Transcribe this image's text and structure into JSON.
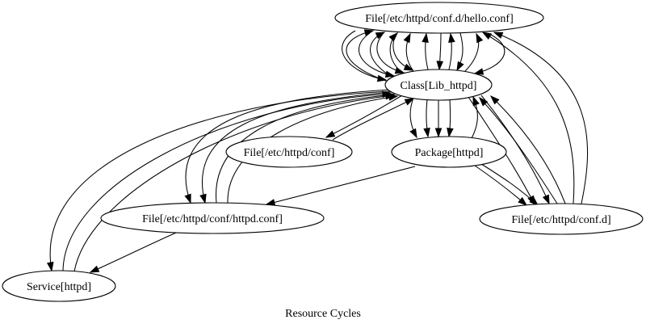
{
  "graph": {
    "title": "Resource Cycles",
    "type": "directed-graph",
    "nodes": [
      {
        "id": "hello",
        "label": "File[/etc/httpd/conf.d/hello.conf]"
      },
      {
        "id": "class",
        "label": "Class[Lib_httpd]"
      },
      {
        "id": "conf",
        "label": "File[/etc/httpd/conf]"
      },
      {
        "id": "pkg",
        "label": "Package[httpd]"
      },
      {
        "id": "httpdconf",
        "label": "File[/etc/httpd/conf/httpd.conf]"
      },
      {
        "id": "confd",
        "label": "File[/etc/httpd/conf.d]"
      },
      {
        "id": "svc",
        "label": "Service[httpd]"
      }
    ],
    "edges": [
      {
        "from": "class",
        "to": "hello"
      },
      {
        "from": "class",
        "to": "hello"
      },
      {
        "from": "class",
        "to": "hello"
      },
      {
        "from": "class",
        "to": "hello"
      },
      {
        "from": "class",
        "to": "hello"
      },
      {
        "from": "class",
        "to": "hello"
      },
      {
        "from": "class",
        "to": "hello"
      },
      {
        "from": "hello",
        "to": "class"
      },
      {
        "from": "hello",
        "to": "class"
      },
      {
        "from": "hello",
        "to": "class"
      },
      {
        "from": "hello",
        "to": "class"
      },
      {
        "from": "hello",
        "to": "class"
      },
      {
        "from": "hello",
        "to": "class"
      },
      {
        "from": "hello",
        "to": "class"
      },
      {
        "from": "confd",
        "to": "hello"
      },
      {
        "from": "confd",
        "to": "hello"
      },
      {
        "from": "class",
        "to": "conf"
      },
      {
        "from": "conf",
        "to": "class"
      },
      {
        "from": "class",
        "to": "pkg"
      },
      {
        "from": "class",
        "to": "pkg"
      },
      {
        "from": "class",
        "to": "pkg"
      },
      {
        "from": "class",
        "to": "pkg"
      },
      {
        "from": "pkg",
        "to": "class"
      },
      {
        "from": "class",
        "to": "confd"
      },
      {
        "from": "class",
        "to": "confd"
      },
      {
        "from": "confd",
        "to": "class"
      },
      {
        "from": "confd",
        "to": "class"
      },
      {
        "from": "pkg",
        "to": "confd"
      },
      {
        "from": "pkg",
        "to": "confd"
      },
      {
        "from": "pkg",
        "to": "httpdconf"
      },
      {
        "from": "class",
        "to": "httpdconf"
      },
      {
        "from": "class",
        "to": "httpdconf"
      },
      {
        "from": "httpdconf",
        "to": "class"
      },
      {
        "from": "httpdconf",
        "to": "class"
      },
      {
        "from": "class",
        "to": "svc"
      },
      {
        "from": "svc",
        "to": "class"
      },
      {
        "from": "svc",
        "to": "class"
      },
      {
        "from": "httpdconf",
        "to": "svc"
      }
    ]
  }
}
